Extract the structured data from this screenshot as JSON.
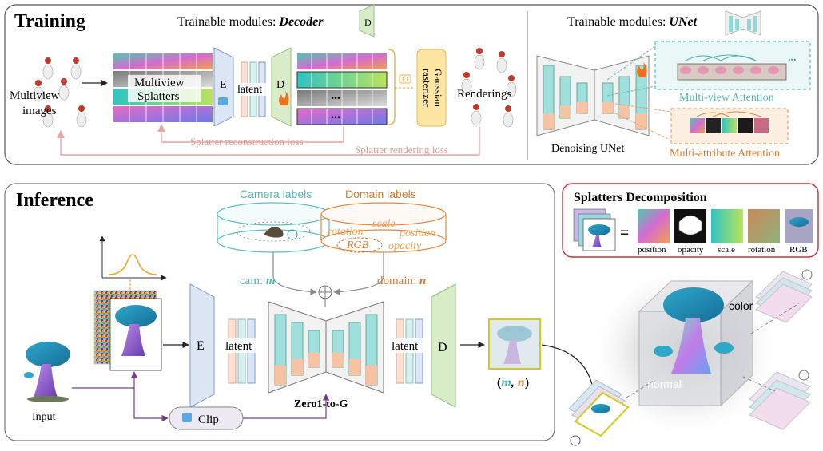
{
  "training": {
    "title": "Training",
    "trainable_decoder_prefix": "Trainable modules: ",
    "trainable_decoder_module": "Decoder",
    "decoder_icon_label": "D",
    "trainable_unet_prefix": "Trainable modules: ",
    "trainable_unet_module": "UNet",
    "multiview_images_label_1": "Multiview",
    "multiview_images_label_2": "images",
    "multiview_splatters_label_1": "Multiview",
    "multiview_splatters_label_2": "Splatters",
    "encoder_label": "E",
    "latent_label": "latent",
    "decoder_label": "D",
    "ellipsis": "...",
    "rasterizer_label_1": "Gaussian",
    "rasterizer_label_2": "rasterizer",
    "renderings_label": "Renderings",
    "splatter_reconstruction_loss": "Splatter reconstruction loss",
    "splatter_rendering_loss": "Splatter rendering loss",
    "multiview_attention": "Multi-view Attention",
    "multiattribute_attention": "Multi-attribute Attention",
    "denoising_unet": "Denoising UNet",
    "attention_ellipsis": "..."
  },
  "inference": {
    "title": "Inference",
    "camera_labels": "Camera labels",
    "domain_labels": "Domain labels",
    "domain_words": [
      "rotation",
      "scale",
      "position",
      "RGB",
      "opacity"
    ],
    "cam_prefix": "cam: ",
    "cam_var": "m",
    "domain_prefix": "domain: ",
    "domain_var": "n",
    "encoder_label": "E",
    "latent_in_label": "latent",
    "latent_out_label": "latent",
    "decoder_label": "D",
    "model_name": "Zero1-to-G",
    "input_label": "Input",
    "clip_label": "Clip",
    "output_open": "(",
    "output_m": "m",
    "output_comma": ", ",
    "output_n": "n",
    "output_close": ")",
    "color_label": "color",
    "normal_label": "normal"
  },
  "decomposition": {
    "title": "Splatters Decomposition",
    "equals": "=",
    "items": [
      "position",
      "opacity",
      "scale",
      "rotation",
      "RGB"
    ]
  },
  "colors": {
    "teal": "#4fb6b3",
    "orange": "#d9772b",
    "pink_loss": "#e9a6a0",
    "purple": "#7b3a90",
    "encoder_blue": "#dde6f5",
    "decoder_green": "#d9ecc8",
    "rasterizer_yellow": "#fde5a4",
    "decomp_border": "#c0333a"
  }
}
